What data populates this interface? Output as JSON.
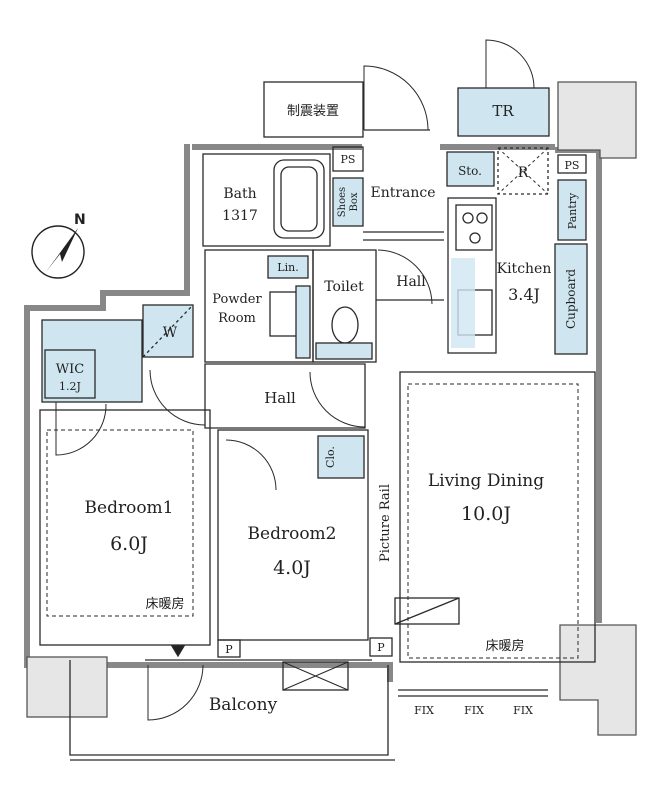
{
  "colors": {
    "wall": "#9a9a9a",
    "line": "#2a2a2a",
    "fixture_fill": "#cfe6f1",
    "background": "#ffffff"
  },
  "icons": [
    "north-arrow-icon",
    "gas-stove-icon",
    "bathtub-icon",
    "toilet-icon",
    "washbasin-icon",
    "air-conditioner-icon",
    "door-swing-icon"
  ],
  "rooms": {
    "seismic_device": "制震装置",
    "tr": "TR",
    "ps_top": "PS",
    "ps_right": "PS",
    "sto": "Sto.",
    "r": "R",
    "bath_name": "Bath",
    "bath_size": "1317",
    "shoes_box_1": "Shoes",
    "shoes_box_2": "Box",
    "entrance": "Entrance",
    "pantry": "Pantry",
    "kitchen_name": "Kitchen",
    "kitchen_size": "3.4J",
    "cupboard": "Cupboard",
    "lin": "Lin.",
    "toilet": "Toilet",
    "hall_upper": "Hall",
    "powder_1": "Powder",
    "powder_2": "Room",
    "w": "W",
    "wic_name": "WIC",
    "wic_size": "1.2J",
    "hall_lower": "Hall",
    "clo": "Clo.",
    "living_name": "Living Dining",
    "living_size": "10.0J",
    "picture_rail": "Picture Rail",
    "bedroom1_name": "Bedroom1",
    "bedroom1_size": "6.0J",
    "floor_heating_1": "床暖房",
    "bedroom2_name": "Bedroom2",
    "bedroom2_size": "4.0J",
    "floor_heating_2": "床暖房",
    "p_left": "P",
    "p_right": "P",
    "balcony": "Balcony",
    "fix_1": "FIX",
    "fix_2": "FIX",
    "fix_3": "FIX"
  }
}
